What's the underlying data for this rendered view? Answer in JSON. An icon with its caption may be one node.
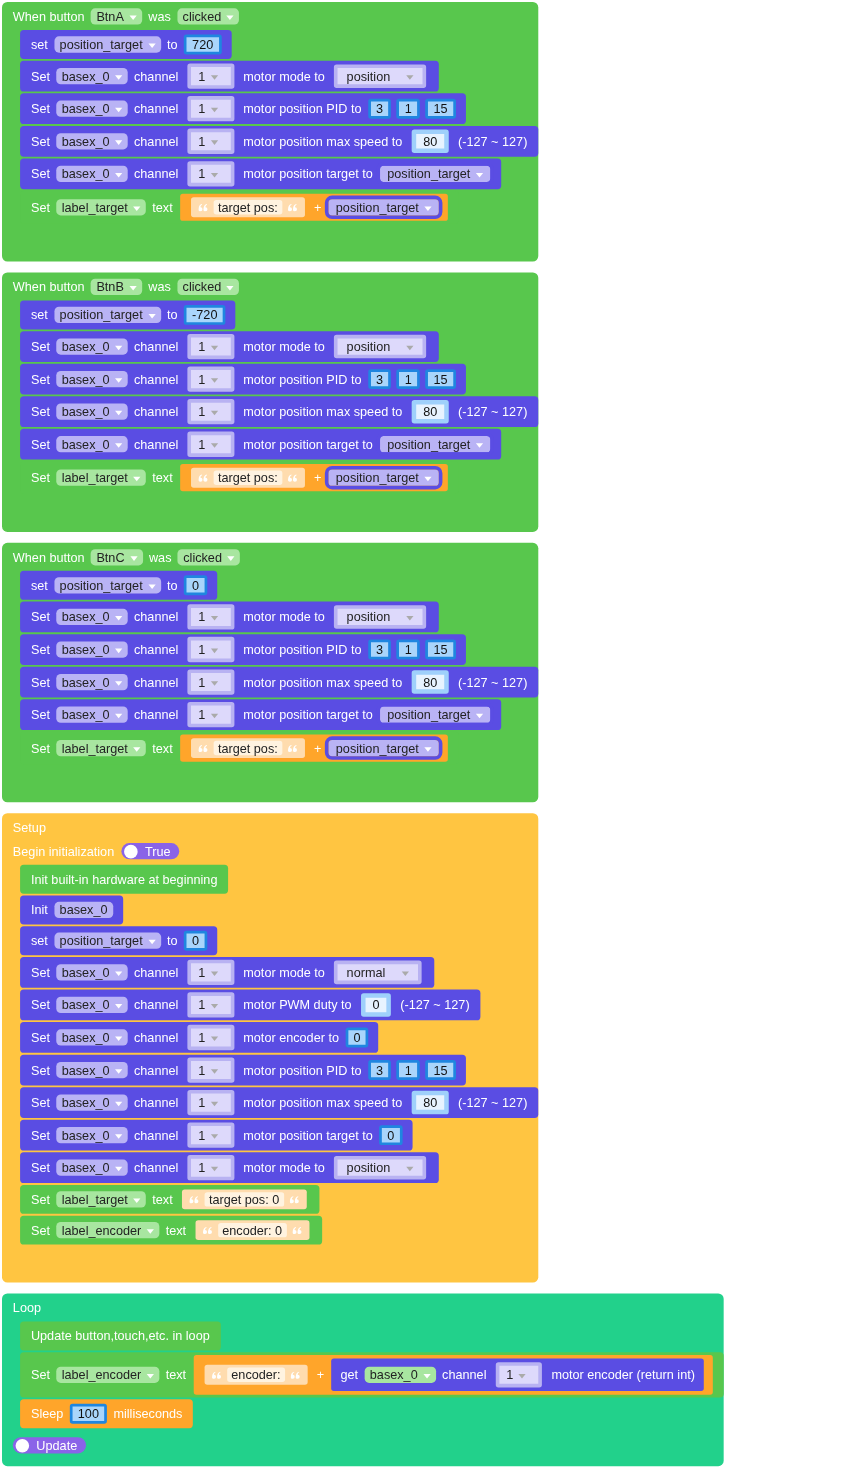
{
  "diagram": {
    "nodes": [
      {
        "text": [
          "When button",
          "BtnA",
          "was",
          "clicked"
        ]
      },
      {
        "text": [
          "set",
          "position_target",
          "to",
          "720"
        ],
        "in": 0
      },
      {
        "text": [
          "Set",
          "basex_0",
          "channel",
          "1",
          "motor mode to",
          "position"
        ],
        "in": 0
      },
      {
        "text": [
          "Set",
          "basex_0",
          "channel",
          "1",
          "motor position PID to",
          "3",
          "1",
          "15"
        ],
        "in": 0
      },
      {
        "text": [
          "Set",
          "basex_0",
          "channel",
          "1",
          "motor position max speed to",
          "80",
          "(-127 ~ 127)"
        ],
        "in": 0
      },
      {
        "text": [
          "Set",
          "basex_0",
          "channel",
          "1",
          "motor position target to",
          "position_target"
        ],
        "in": 0
      },
      {
        "text": [
          "Set",
          "label_target",
          "text",
          "target pos:",
          "+",
          "position_target"
        ],
        "in": 0
      },
      {
        "text": [
          "When button",
          "BtnB",
          "was",
          "clicked"
        ]
      },
      {
        "text": [
          "set",
          "position_target",
          "to",
          "-720"
        ],
        "in": 7
      },
      {
        "text": [
          "Set",
          "basex_0",
          "channel",
          "1",
          "motor mode to",
          "position"
        ],
        "in": 7
      },
      {
        "text": [
          "Set",
          "basex_0",
          "channel",
          "1",
          "motor position PID to",
          "3",
          "1",
          "15"
        ],
        "in": 7
      },
      {
        "text": [
          "Set",
          "basex_0",
          "channel",
          "1",
          "motor position max speed to",
          "80",
          "(-127 ~ 127)"
        ],
        "in": 7
      },
      {
        "text": [
          "Set",
          "basex_0",
          "channel",
          "1",
          "motor position target to",
          "position_target"
        ],
        "in": 7
      },
      {
        "text": [
          "Set",
          "label_target",
          "text",
          "target pos:",
          "+",
          "position_target"
        ],
        "in": 7
      },
      {
        "text": [
          "When button",
          "BtnC",
          "was",
          "clicked"
        ]
      },
      {
        "text": [
          "set",
          "position_target",
          "to",
          "0"
        ],
        "in": 14
      },
      {
        "text": [
          "Set",
          "basex_0",
          "channel",
          "1",
          "motor mode to",
          "position"
        ],
        "in": 14
      },
      {
        "text": [
          "Set",
          "basex_0",
          "channel",
          "1",
          "motor position PID to",
          "3",
          "1",
          "15"
        ],
        "in": 14
      },
      {
        "text": [
          "Set",
          "basex_0",
          "channel",
          "1",
          "motor position max speed to",
          "80",
          "(-127 ~ 127)"
        ],
        "in": 14
      },
      {
        "text": [
          "Set",
          "basex_0",
          "channel",
          "1",
          "motor position target to",
          "position_target"
        ],
        "in": 14
      },
      {
        "text": [
          "Set",
          "label_target",
          "text",
          "target pos:",
          "+",
          "position_target"
        ],
        "in": 14
      },
      {
        "text": [
          "Setup",
          "Begin initialization",
          "True"
        ]
      },
      {
        "text": [
          "Init built-in hardware at beginning"
        ],
        "in": 21
      },
      {
        "text": [
          "Init",
          "basex_0"
        ],
        "in": 21
      },
      {
        "text": [
          "set",
          "position_target",
          "to",
          "0"
        ],
        "in": 21
      },
      {
        "text": [
          "Set",
          "basex_0",
          "channel",
          "1",
          "motor mode to",
          "normal"
        ],
        "in": 21
      },
      {
        "text": [
          "Set",
          "basex_0",
          "channel",
          "1",
          "motor PWM duty to",
          "0",
          "(-127 ~ 127)"
        ],
        "in": 21
      },
      {
        "text": [
          "Set",
          "basex_0",
          "channel",
          "1",
          "motor encoder to",
          "0"
        ],
        "in": 21
      },
      {
        "text": [
          "Set",
          "basex_0",
          "channel",
          "1",
          "motor position PID to",
          "3",
          "1",
          "15"
        ],
        "in": 21
      },
      {
        "text": [
          "Set",
          "basex_0",
          "channel",
          "1",
          "motor position max speed to",
          "80",
          "(-127 ~ 127)"
        ],
        "in": 21
      },
      {
        "text": [
          "Set",
          "basex_0",
          "channel",
          "1",
          "motor position target to",
          "0"
        ],
        "in": 21
      },
      {
        "text": [
          "Set",
          "basex_0",
          "channel",
          "1",
          "motor mode to",
          "position"
        ],
        "in": 21
      },
      {
        "text": [
          "Set",
          "label_target",
          "text",
          "target pos: 0"
        ],
        "in": 21
      },
      {
        "text": [
          "Set",
          "label_encoder",
          "text",
          "encoder: 0"
        ],
        "in": 21
      },
      {
        "text": [
          "Loop",
          "Update"
        ]
      },
      {
        "text": [
          "Update button,touch,etc. in loop"
        ],
        "in": 34
      },
      {
        "text": [
          "Set",
          "label_encoder",
          "text",
          "encoder:",
          "+",
          "get",
          "basex_0",
          "channel",
          "1",
          "motor encoder (return int)"
        ],
        "in": 34
      },
      {
        "text": [
          "Sleep",
          "100",
          "milliseconds"
        ],
        "in": 34
      }
    ]
  }
}
